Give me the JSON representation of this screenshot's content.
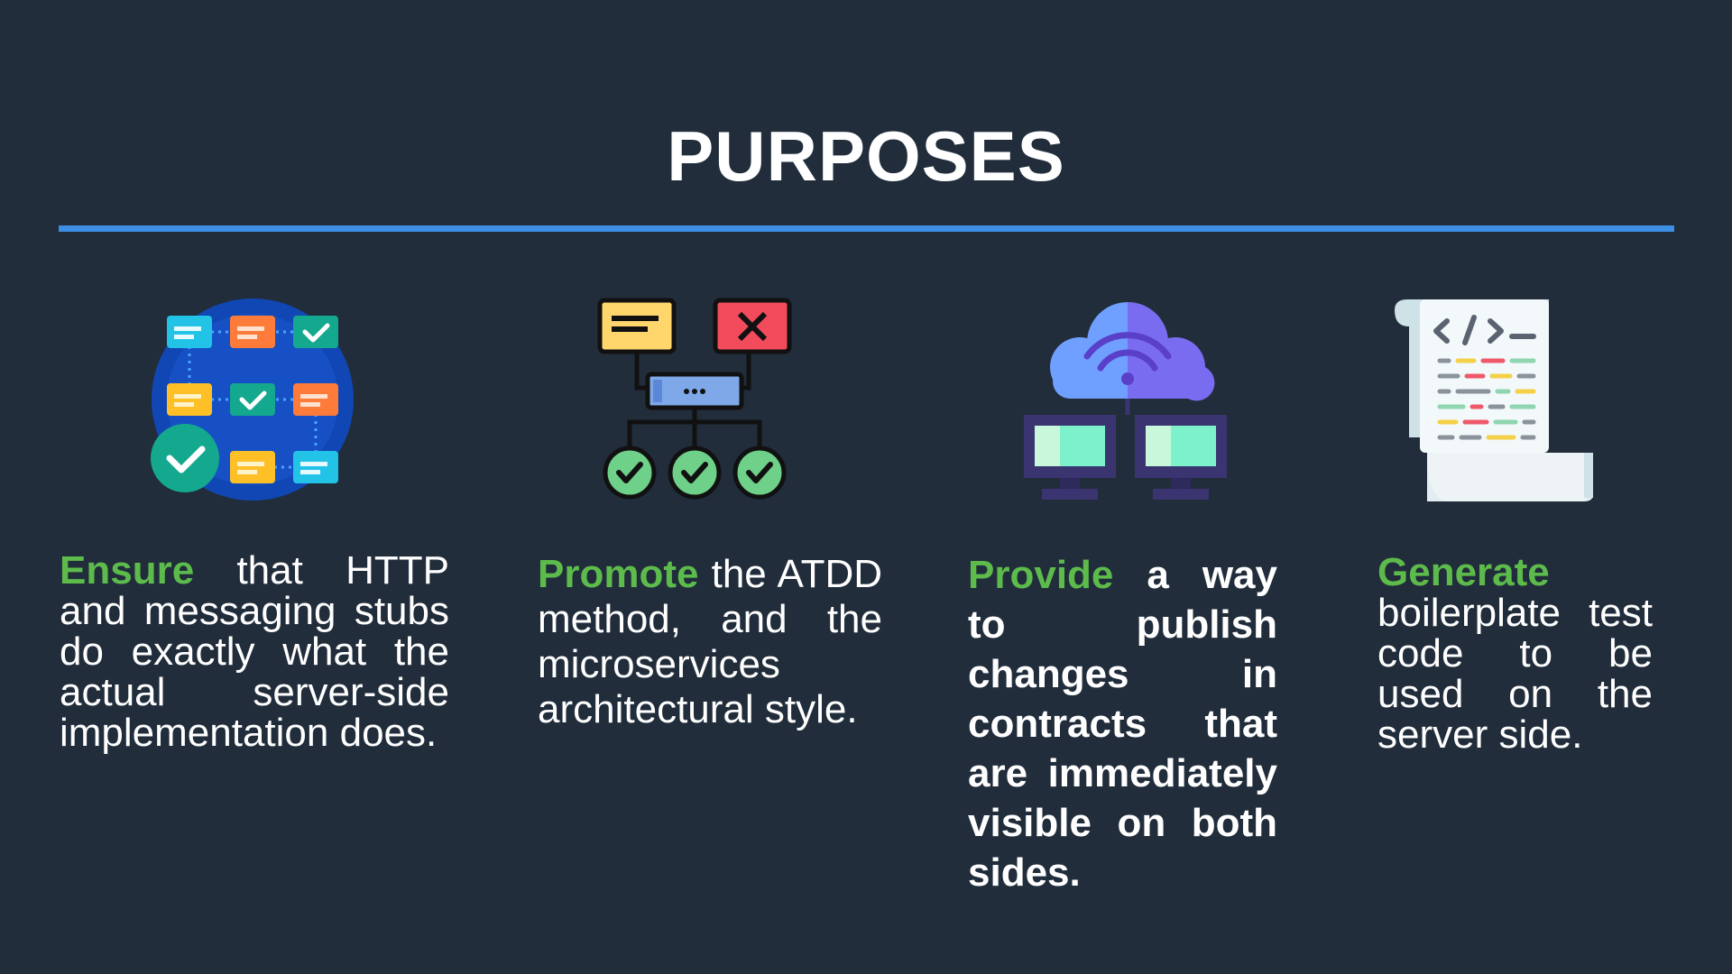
{
  "title": "PURPOSES",
  "colors": {
    "background": "#212d3b",
    "divider": "#3d8fe6",
    "keyword": "#5dbb4c",
    "text": "#ffffff"
  },
  "purposes": [
    {
      "icon": "workflow-board-icon",
      "keyword": "Ensure",
      "text": " that HTTP and messaging stubs do exactly what the actual server-side implementation does."
    },
    {
      "icon": "decision-tree-icon",
      "keyword": "Promote",
      "text": " the ATDD method, and the microservices architectural style."
    },
    {
      "icon": "cloud-network-icon",
      "keyword": "Provide",
      "text": " a way to publish changes in contracts that are immediately visible on both sides."
    },
    {
      "icon": "code-scroll-icon",
      "keyword": "Generate",
      "text": " boilerplate test code to be used on the server side."
    }
  ]
}
